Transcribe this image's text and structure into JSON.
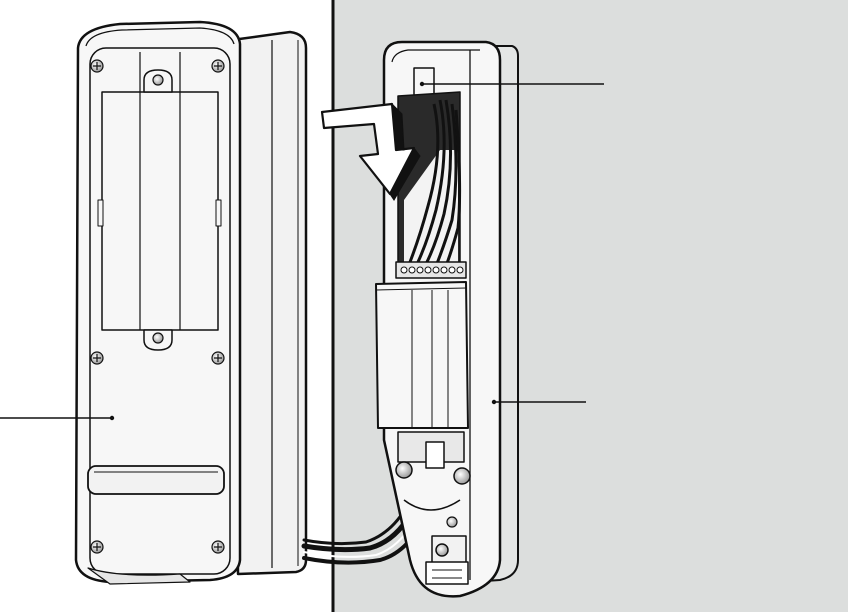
{
  "figure": {
    "kind": "installation-illustration",
    "colors": {
      "wall": "#dcdedd",
      "panel": "#f7f7f7",
      "outline": "#111111",
      "shade": "#e6e6e6",
      "arrow": "#111111"
    },
    "parts": {
      "left": "device-rear-view",
      "right": "wall-mounted-base-with-wiring",
      "arrow": "mount-direction-arrow",
      "callouts": [
        "callout-line-top-right",
        "callout-line-middle-right",
        "callout-line-left"
      ]
    }
  }
}
